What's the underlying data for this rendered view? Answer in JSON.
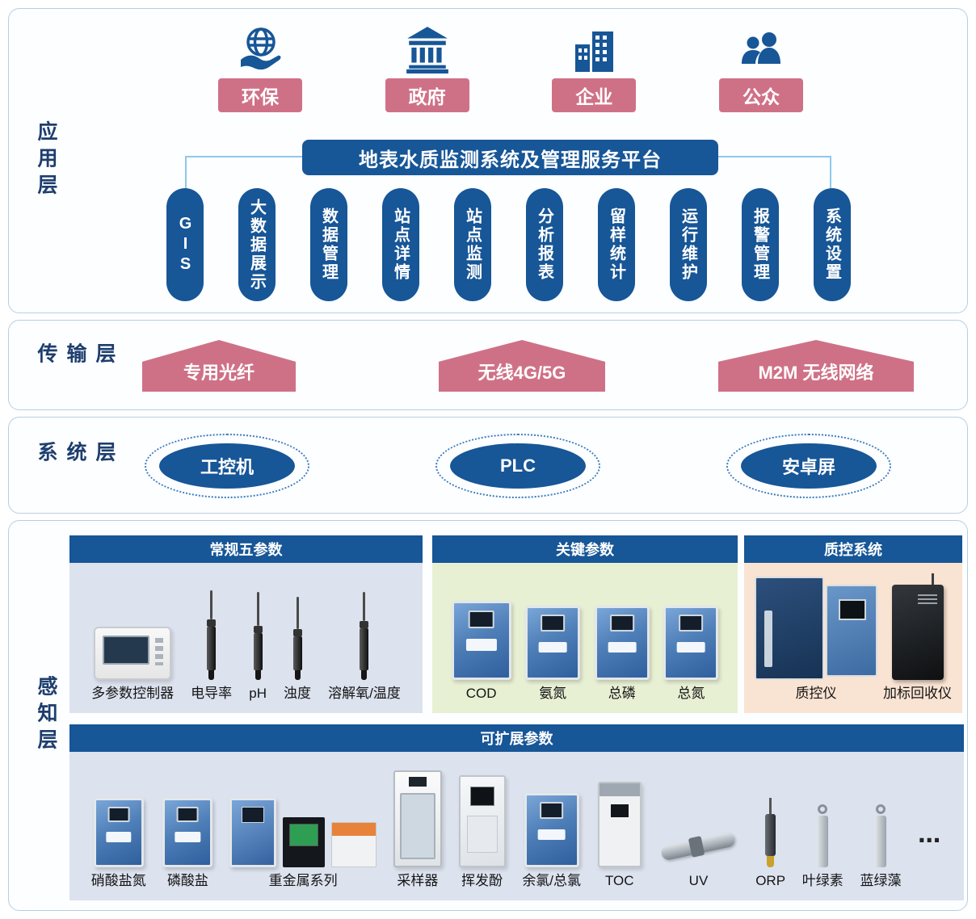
{
  "colors": {
    "primary_blue": "#175697",
    "rose": "#cf7186",
    "connector_blue": "#8fc8ec",
    "panel_gray_blue": "#dce2ee",
    "panel_green": "#e8f0d4",
    "panel_peach": "#f9e3d2",
    "layer_border": "#b7cde4"
  },
  "layers": {
    "application": "应用层",
    "transmission": "传输层",
    "system": "系统层",
    "perception": "感知层"
  },
  "application": {
    "stakeholders": [
      {
        "label": "环保",
        "icon": "globe-hand-icon"
      },
      {
        "label": "政府",
        "icon": "government-building-icon"
      },
      {
        "label": "企业",
        "icon": "office-buildings-icon"
      },
      {
        "label": "公众",
        "icon": "people-icon"
      }
    ],
    "platform_title": "地表水质监测系统及管理服务平台",
    "modules": [
      "GIS",
      "大数据展示",
      "数据管理",
      "站点详情",
      "站点监测",
      "分析报表",
      "留样统计",
      "运行维护",
      "报警管理",
      "系统设置"
    ]
  },
  "transmission": {
    "channels": [
      "专用光纤",
      "无线4G/5G",
      "M2M 无线网络"
    ]
  },
  "system": {
    "nodes": [
      "工控机",
      "PLC",
      "安卓屏"
    ]
  },
  "perception": {
    "panels": [
      {
        "title": "常规五参数",
        "devices": [
          "多参数控制器",
          "电导率",
          "pH",
          "浊度",
          "溶解氧/温度"
        ]
      },
      {
        "title": "关键参数",
        "devices": [
          "COD",
          "氨氮",
          "总磷",
          "总氮"
        ]
      },
      {
        "title": "质控系统",
        "devices": [
          "质控仪",
          "加标回收仪"
        ]
      },
      {
        "title": "可扩展参数",
        "devices": [
          "硝酸盐氮",
          "磷酸盐",
          "重金属系列",
          "采样器",
          "挥发酚",
          "余氯/总氯",
          "TOC",
          "UV",
          "ORP",
          "叶绿素",
          "蓝绿藻"
        ],
        "more": "⋯"
      }
    ]
  }
}
